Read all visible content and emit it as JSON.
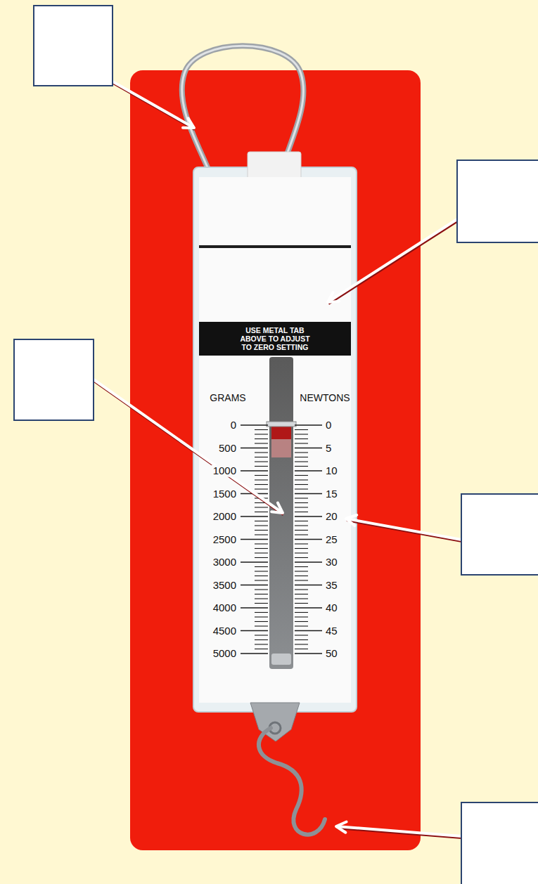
{
  "diagram": {
    "labels": [
      "USE METAL TAB ABOVE TO ADJUST TO ZERO SETTING",
      "GRAMS",
      "NEWTONS",
      "0",
      "500",
      "1000",
      "1500",
      "2000",
      "2500",
      "3000",
      "3500",
      "4000",
      "4500",
      "5000",
      "0",
      "5",
      "10",
      "15",
      "20",
      "25",
      "30",
      "35",
      "40",
      "45",
      "50"
    ]
  }
}
